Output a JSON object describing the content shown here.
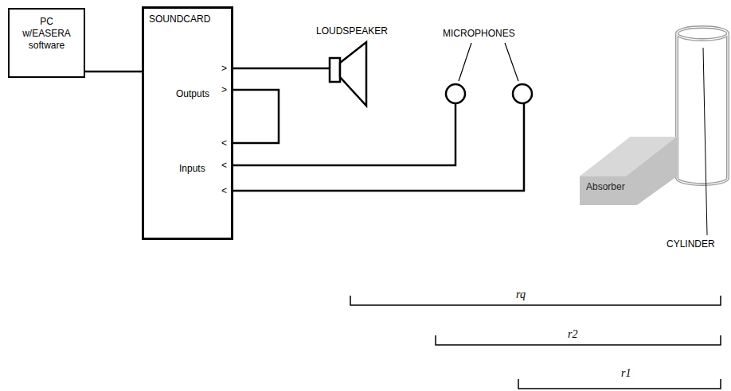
{
  "diagram": {
    "nodes": [
      {
        "text": [
          "PC w/EASERA software"
        ]
      },
      {
        "text": [
          "SOUNDCARD",
          "Outputs",
          "Inputs"
        ]
      },
      {
        "text": [
          "LOUDSPEAKER"
        ]
      },
      {
        "text": [
          "Absorber"
        ]
      }
    ],
    "edges": [
      {
        "from": 0,
        "to": 1,
        "arrow": "none"
      },
      {
        "from": 1,
        "to": 2,
        "arrow": "none"
      }
    ],
    "labels": [
      ">",
      ">",
      "<",
      "<",
      "<",
      "MICROPHONES",
      "CYLINDER",
      "rq",
      "r2",
      "r1"
    ]
  }
}
